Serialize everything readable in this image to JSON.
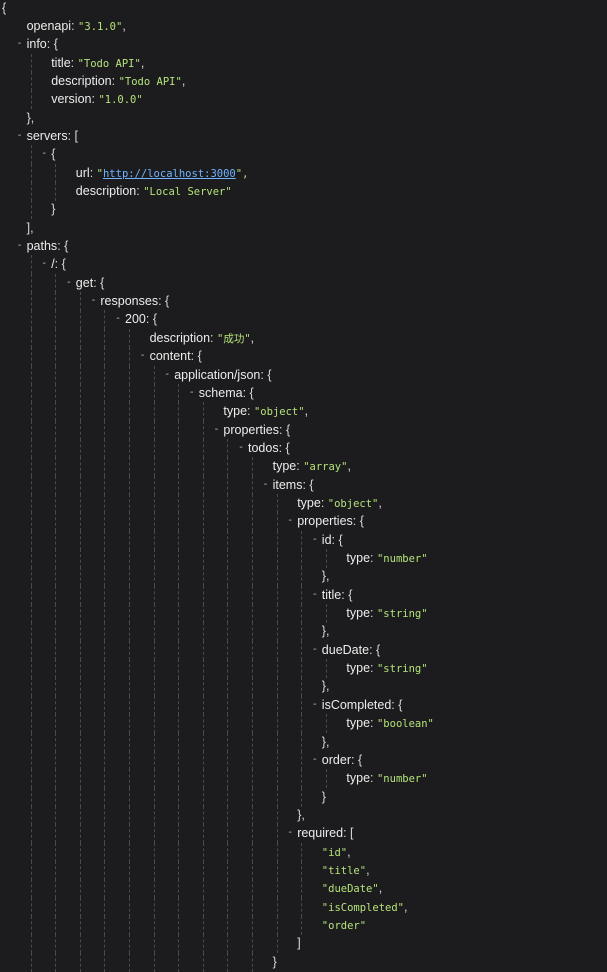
{
  "toggle_glyph": "-",
  "lines": [
    {
      "i": 0,
      "t": false,
      "p": "",
      "k": "",
      "s": "",
      "a": "{",
      "link": false
    },
    {
      "i": 1,
      "t": false,
      "p": "",
      "k": "openapi",
      "s": "\"3.1.0\"",
      "a": ",",
      "link": false
    },
    {
      "i": 1,
      "t": true,
      "p": "",
      "k": "info",
      "s": "",
      "a": "{",
      "link": false
    },
    {
      "i": 2,
      "t": false,
      "p": "",
      "k": "title",
      "s": "\"Todo API\"",
      "a": ",",
      "link": false
    },
    {
      "i": 2,
      "t": false,
      "p": "",
      "k": "description",
      "s": "\"Todo API\"",
      "a": ",",
      "link": false
    },
    {
      "i": 2,
      "t": false,
      "p": "",
      "k": "version",
      "s": "\"1.0.0\"",
      "a": "",
      "link": false
    },
    {
      "i": 1,
      "t": false,
      "p": "",
      "k": "",
      "s": "",
      "a": "},",
      "link": false
    },
    {
      "i": 1,
      "t": true,
      "p": "",
      "k": "servers",
      "s": "",
      "a": "[",
      "link": false
    },
    {
      "i": 2,
      "t": true,
      "p": "",
      "k": "",
      "s": "",
      "a": "{",
      "link": false
    },
    {
      "i": 3,
      "t": false,
      "p": "\"",
      "k": "url",
      "s": "http://localhost:3000",
      "a": "\",",
      "link": true
    },
    {
      "i": 3,
      "t": false,
      "p": "",
      "k": "description",
      "s": "\"Local Server\"",
      "a": "",
      "link": false
    },
    {
      "i": 2,
      "t": false,
      "p": "",
      "k": "",
      "s": "",
      "a": "}",
      "link": false
    },
    {
      "i": 1,
      "t": false,
      "p": "",
      "k": "",
      "s": "",
      "a": "],",
      "link": false
    },
    {
      "i": 1,
      "t": true,
      "p": "",
      "k": "paths",
      "s": "",
      "a": "{",
      "link": false
    },
    {
      "i": 2,
      "t": true,
      "p": "",
      "k": "/",
      "s": "",
      "a": "{",
      "link": false
    },
    {
      "i": 3,
      "t": true,
      "p": "",
      "k": "get",
      "s": "",
      "a": "{",
      "link": false
    },
    {
      "i": 4,
      "t": true,
      "p": "",
      "k": "responses",
      "s": "",
      "a": "{",
      "link": false
    },
    {
      "i": 5,
      "t": true,
      "p": "",
      "k": "200",
      "s": "",
      "a": "{",
      "link": false
    },
    {
      "i": 6,
      "t": false,
      "p": "",
      "k": "description",
      "s": "\"成功\"",
      "a": ",",
      "link": false
    },
    {
      "i": 6,
      "t": true,
      "p": "",
      "k": "content",
      "s": "",
      "a": "{",
      "link": false
    },
    {
      "i": 7,
      "t": true,
      "p": "",
      "k": "application/json",
      "s": "",
      "a": "{",
      "link": false
    },
    {
      "i": 8,
      "t": true,
      "p": "",
      "k": "schema",
      "s": "",
      "a": "{",
      "link": false
    },
    {
      "i": 9,
      "t": false,
      "p": "",
      "k": "type",
      "s": "\"object\"",
      "a": ",",
      "link": false
    },
    {
      "i": 9,
      "t": true,
      "p": "",
      "k": "properties",
      "s": "",
      "a": "{",
      "link": false
    },
    {
      "i": 10,
      "t": true,
      "p": "",
      "k": "todos",
      "s": "",
      "a": "{",
      "link": false
    },
    {
      "i": 11,
      "t": false,
      "p": "",
      "k": "type",
      "s": "\"array\"",
      "a": ",",
      "link": false
    },
    {
      "i": 11,
      "t": true,
      "p": "",
      "k": "items",
      "s": "",
      "a": "{",
      "link": false
    },
    {
      "i": 12,
      "t": false,
      "p": "",
      "k": "type",
      "s": "\"object\"",
      "a": ",",
      "link": false
    },
    {
      "i": 12,
      "t": true,
      "p": "",
      "k": "properties",
      "s": "",
      "a": "{",
      "link": false
    },
    {
      "i": 13,
      "t": true,
      "p": "",
      "k": "id",
      "s": "",
      "a": "{",
      "link": false
    },
    {
      "i": 14,
      "t": false,
      "p": "",
      "k": "type",
      "s": "\"number\"",
      "a": "",
      "link": false
    },
    {
      "i": 13,
      "t": false,
      "p": "",
      "k": "",
      "s": "",
      "a": "},",
      "link": false
    },
    {
      "i": 13,
      "t": true,
      "p": "",
      "k": "title",
      "s": "",
      "a": "{",
      "link": false
    },
    {
      "i": 14,
      "t": false,
      "p": "",
      "k": "type",
      "s": "\"string\"",
      "a": "",
      "link": false
    },
    {
      "i": 13,
      "t": false,
      "p": "",
      "k": "",
      "s": "",
      "a": "},",
      "link": false
    },
    {
      "i": 13,
      "t": true,
      "p": "",
      "k": "dueDate",
      "s": "",
      "a": "{",
      "link": false
    },
    {
      "i": 14,
      "t": false,
      "p": "",
      "k": "type",
      "s": "\"string\"",
      "a": "",
      "link": false
    },
    {
      "i": 13,
      "t": false,
      "p": "",
      "k": "",
      "s": "",
      "a": "},",
      "link": false
    },
    {
      "i": 13,
      "t": true,
      "p": "",
      "k": "isCompleted",
      "s": "",
      "a": "{",
      "link": false
    },
    {
      "i": 14,
      "t": false,
      "p": "",
      "k": "type",
      "s": "\"boolean\"",
      "a": "",
      "link": false
    },
    {
      "i": 13,
      "t": false,
      "p": "",
      "k": "",
      "s": "",
      "a": "},",
      "link": false
    },
    {
      "i": 13,
      "t": true,
      "p": "",
      "k": "order",
      "s": "",
      "a": "{",
      "link": false
    },
    {
      "i": 14,
      "t": false,
      "p": "",
      "k": "type",
      "s": "\"number\"",
      "a": "",
      "link": false
    },
    {
      "i": 13,
      "t": false,
      "p": "",
      "k": "",
      "s": "",
      "a": "}",
      "link": false
    },
    {
      "i": 12,
      "t": false,
      "p": "",
      "k": "",
      "s": "",
      "a": "},",
      "link": false
    },
    {
      "i": 12,
      "t": true,
      "p": "",
      "k": "required",
      "s": "",
      "a": "[",
      "link": false
    },
    {
      "i": 13,
      "t": false,
      "p": "",
      "k": "",
      "s": "\"id\"",
      "a": ",",
      "link": false
    },
    {
      "i": 13,
      "t": false,
      "p": "",
      "k": "",
      "s": "\"title\"",
      "a": ",",
      "link": false
    },
    {
      "i": 13,
      "t": false,
      "p": "",
      "k": "",
      "s": "\"dueDate\"",
      "a": ",",
      "link": false
    },
    {
      "i": 13,
      "t": false,
      "p": "",
      "k": "",
      "s": "\"isCompleted\"",
      "a": ",",
      "link": false
    },
    {
      "i": 13,
      "t": false,
      "p": "",
      "k": "",
      "s": "\"order\"",
      "a": "",
      "link": false
    },
    {
      "i": 12,
      "t": false,
      "p": "",
      "k": "",
      "s": "",
      "a": "]",
      "link": false
    },
    {
      "i": 11,
      "t": false,
      "p": "",
      "k": "",
      "s": "",
      "a": "}",
      "link": false
    }
  ]
}
